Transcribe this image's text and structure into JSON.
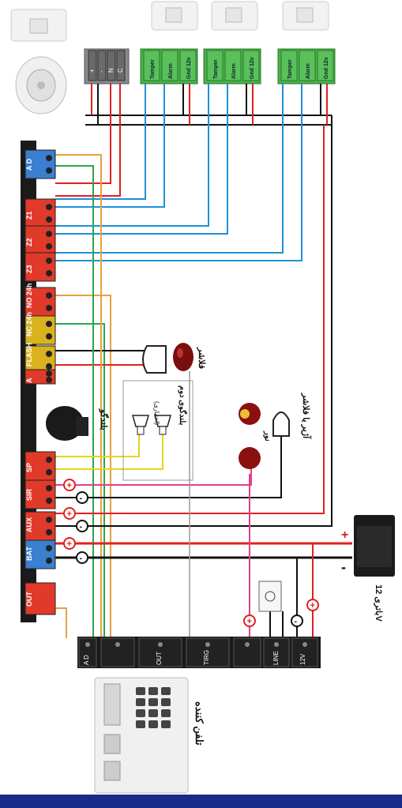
{
  "panel": {
    "left_terminals": [
      "A D",
      "Z1",
      "Z2",
      "Z3",
      "NO 24h",
      "NC 24h",
      "FLASH",
      "A",
      "SP",
      "SIR",
      "AUX",
      "BAT"
    ],
    "bottom_label": "OUT"
  },
  "sensor_blocks": [
    {
      "pins": [
        "Tamper",
        "Alarm",
        "Gnd 12v"
      ]
    },
    {
      "pins": [
        "Tamper",
        "Alarm",
        "Gnd 12v"
      ]
    },
    {
      "pins": [
        "Tamper",
        "Alarm",
        "Gnd 12v"
      ]
    }
  ],
  "smoke_block": {
    "pins": [
      "+",
      "-",
      "N",
      "C"
    ]
  },
  "labels": {
    "flasher": "فلاشر",
    "siren": "بلندگو",
    "second_speakers": "بلندگوی دوم",
    "optional": "(اختیاری)",
    "horn_or_flasher": "آژیر یا فلاشر",
    "light": "نور",
    "battery": "باتری 12V",
    "dialer": "تلفن کننده"
  },
  "dialer_terminals": [
    "A D",
    "OUT",
    "TIRG",
    "LINE",
    "12V"
  ],
  "polarity": {
    "plus": "+",
    "minus": "-"
  },
  "colors": {
    "red_wire": "#e02020",
    "blue_wire": "#1f8fd8",
    "green_wire": "#2aa84a",
    "yellow_wire": "#e7d41a",
    "orange_wire": "#e8a040",
    "pink_wire": "#e0408a",
    "terminal_red": "#e23a2a",
    "terminal_yellow": "#d9b21e",
    "terminal_blue": "#3a7fd0",
    "terminal_green": "#4cb04c"
  }
}
